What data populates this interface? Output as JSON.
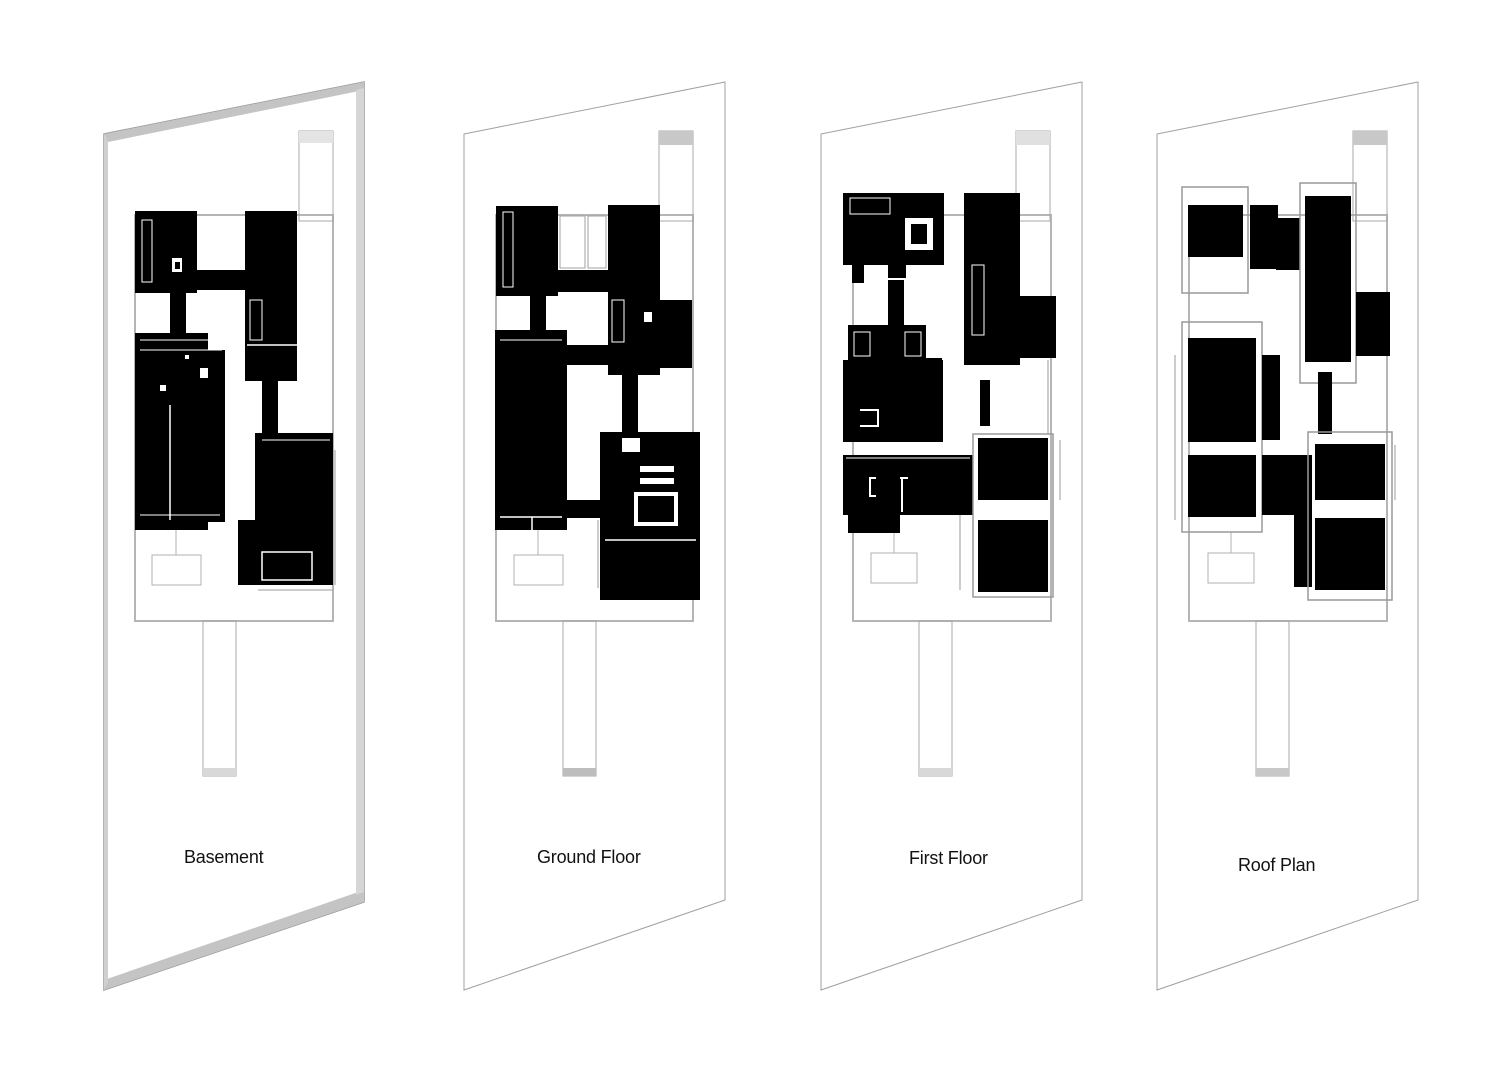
{
  "panels": [
    {
      "label": "Basement"
    },
    {
      "label": "Ground Floor"
    },
    {
      "label": "First Floor"
    },
    {
      "label": "Roof Plan"
    }
  ],
  "colors": {
    "fill": "#000000",
    "line": "#9a9a9a",
    "frame": "#b5b5b5",
    "background": "#ffffff"
  }
}
